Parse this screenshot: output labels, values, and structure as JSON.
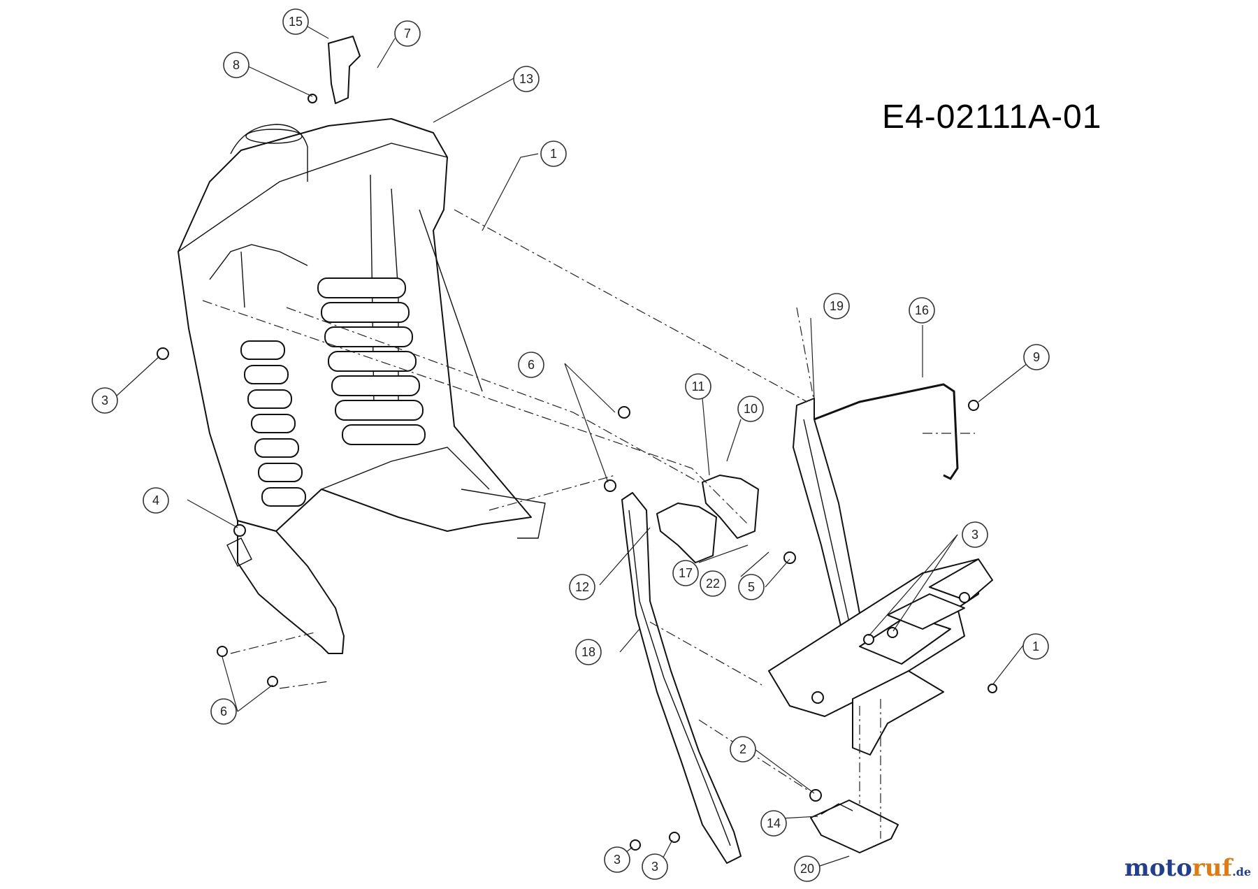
{
  "diagram": {
    "id_label": "E4-02111A-01",
    "watermark": {
      "part1": "moto",
      "part2": "ruf",
      "part3": ".de"
    },
    "callouts": [
      {
        "key": "c1",
        "label": "15"
      },
      {
        "key": "c2",
        "label": "7"
      },
      {
        "key": "c3",
        "label": "8"
      },
      {
        "key": "c4",
        "label": "13"
      },
      {
        "key": "c5",
        "label": "1"
      },
      {
        "key": "c6",
        "label": "3"
      },
      {
        "key": "c7",
        "label": "19"
      },
      {
        "key": "c8",
        "label": "16"
      },
      {
        "key": "c9",
        "label": "9"
      },
      {
        "key": "c10",
        "label": "6"
      },
      {
        "key": "c11",
        "label": "11"
      },
      {
        "key": "c12",
        "label": "10"
      },
      {
        "key": "c13",
        "label": "4"
      },
      {
        "key": "c14",
        "label": "12"
      },
      {
        "key": "c15",
        "label": "17"
      },
      {
        "key": "c16",
        "label": "22"
      },
      {
        "key": "c17",
        "label": "5"
      },
      {
        "key": "c18",
        "label": "3"
      },
      {
        "key": "c19",
        "label": "18"
      },
      {
        "key": "c20",
        "label": "1"
      },
      {
        "key": "c21",
        "label": "6"
      },
      {
        "key": "c22",
        "label": "2"
      },
      {
        "key": "c23",
        "label": "14"
      },
      {
        "key": "c24",
        "label": "3"
      },
      {
        "key": "c25",
        "label": "3"
      },
      {
        "key": "c26",
        "label": "20"
      }
    ]
  }
}
